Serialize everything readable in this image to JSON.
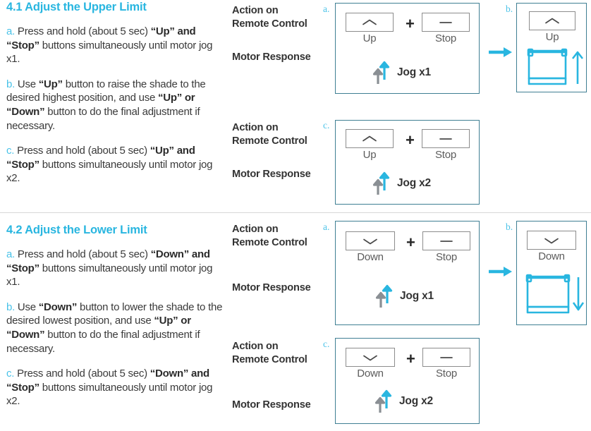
{
  "colors": {
    "accent_cyan": "#29b6e0",
    "heading_cyan": "#49c2e8",
    "box_border": "#3f7f93",
    "body_text": "#3a3a3a",
    "label_text": "#333333",
    "button_border": "#8c8c8c",
    "jog_up_arrow": "#29b6e0",
    "jog_down_arrow": "#8a8f94",
    "divider": "#d8d8d8"
  },
  "sections": [
    {
      "id": "upper",
      "title": "4.1 Adjust the Upper Limit",
      "paragraphs": [
        {
          "mark": "a.",
          "runs": [
            {
              "text": " Press and hold (about 5 sec) ",
              "bold": false
            },
            {
              "text": "“Up” and “Stop”",
              "bold": true
            },
            {
              "text": " buttons simultaneously until motor jog x1.",
              "bold": false
            }
          ]
        },
        {
          "mark": "b.",
          "runs": [
            {
              "text": " Use ",
              "bold": false
            },
            {
              "text": "“Up”",
              "bold": true
            },
            {
              "text": " button to raise the shade to the desired highest position, and use ",
              "bold": false
            },
            {
              "text": "“Up” or “Down”",
              "bold": true
            },
            {
              "text": " button to do the final adjustment if necessary.",
              "bold": false
            }
          ]
        },
        {
          "mark": "c.",
          "runs": [
            {
              "text": " Press and hold (about 5 sec) ",
              "bold": false
            },
            {
              "text": "“Up” and “Stop”",
              "bold": true
            },
            {
              "text": " buttons simultaneously until motor jog x2.",
              "bold": false
            }
          ]
        }
      ],
      "steps": [
        {
          "tag": "a.",
          "labels": {
            "action": "Action on\nRemote Control",
            "response": "Motor Response"
          },
          "buttons": [
            {
              "name": "Up",
              "glyph": "chevron-up"
            },
            {
              "name": "Stop",
              "glyph": "dash"
            }
          ],
          "operator": "+",
          "jog": "Jog x1"
        },
        {
          "tag": "c.",
          "labels": {
            "action": "Action on\nRemote Control",
            "response": "Motor Response"
          },
          "buttons": [
            {
              "name": "Up",
              "glyph": "chevron-up"
            },
            {
              "name": "Stop",
              "glyph": "dash"
            }
          ],
          "operator": "+",
          "jog": "Jog x2"
        }
      ],
      "result": {
        "tag": "b.",
        "button": {
          "name": "Up",
          "glyph": "chevron-up"
        },
        "shade_direction": "up",
        "connector": "arrow-right"
      }
    },
    {
      "id": "lower",
      "title": "4.2 Adjust the Lower Limit",
      "paragraphs": [
        {
          "mark": "a.",
          "runs": [
            {
              "text": " Press and hold (about 5 sec) ",
              "bold": false
            },
            {
              "text": "“Down” and “Stop”",
              "bold": true
            },
            {
              "text": " buttons simultaneously until motor jog x1.",
              "bold": false
            }
          ]
        },
        {
          "mark": "b.",
          "runs": [
            {
              "text": " Use ",
              "bold": false
            },
            {
              "text": "“Down”",
              "bold": true
            },
            {
              "text": " button to lower the shade to the desired lowest position, and use ",
              "bold": false
            },
            {
              "text": "“Up” or “Down”",
              "bold": true
            },
            {
              "text": " button to do the final adjustment if necessary.",
              "bold": false
            }
          ]
        },
        {
          "mark": "c.",
          "runs": [
            {
              "text": " Press and hold (about 5 sec) ",
              "bold": false
            },
            {
              "text": "“Down” and “Stop”",
              "bold": true
            },
            {
              "text": " buttons simultaneously until motor jog x2.",
              "bold": false
            }
          ]
        }
      ],
      "steps": [
        {
          "tag": "a.",
          "labels": {
            "action": "Action on\nRemote Control",
            "response": "Motor Response"
          },
          "buttons": [
            {
              "name": "Down",
              "glyph": "chevron-down"
            },
            {
              "name": "Stop",
              "glyph": "dash"
            }
          ],
          "operator": "+",
          "jog": "Jog x1"
        },
        {
          "tag": "c.",
          "labels": {
            "action": "Action on\nRemote Control",
            "response": "Motor Response"
          },
          "buttons": [
            {
              "name": "Down",
              "glyph": "chevron-down"
            },
            {
              "name": "Stop",
              "glyph": "dash"
            }
          ],
          "operator": "+",
          "jog": "Jog x2"
        }
      ],
      "result": {
        "tag": "b.",
        "button": {
          "name": "Down",
          "glyph": "chevron-down"
        },
        "shade_direction": "down",
        "connector": "arrow-right"
      }
    }
  ],
  "label_lines": {
    "action_l1": "Action on",
    "action_l2": "Remote Control",
    "response": "Motor Response"
  }
}
